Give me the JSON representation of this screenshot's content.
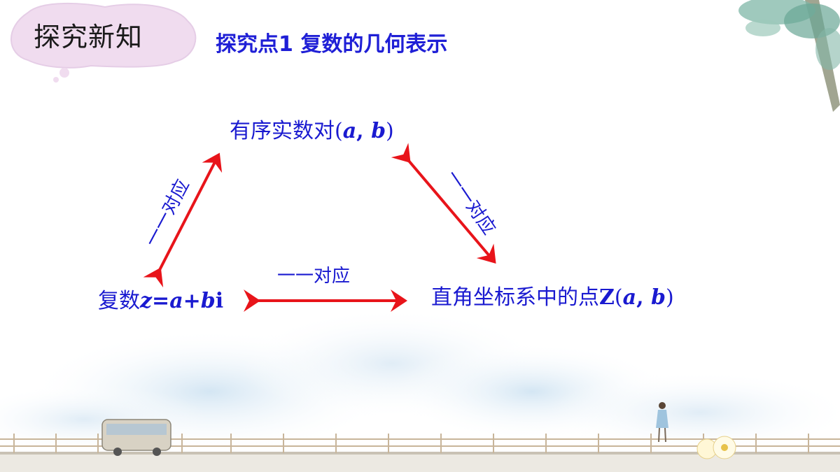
{
  "header": {
    "badge_label": "探究新知",
    "title": "探究点1  复数的几何表示"
  },
  "diagram": {
    "top_node": {
      "prefix": "有序实数对(",
      "a": "a",
      "sep": ", ",
      "b": "b",
      "suffix": ")"
    },
    "left_node": {
      "prefix": "复数",
      "z": "z",
      "eq": "=",
      "a": "a",
      "plus": "+",
      "b": "b",
      "i": "i"
    },
    "right_node": {
      "prefix": "直角坐标系中的点",
      "Z": "Z",
      "open": "(",
      "a": "a",
      "sep": ", ",
      "b": "b",
      "close": ")"
    },
    "relations": {
      "left": "一一对应",
      "right": "一一对应",
      "bottom": "一一对应"
    },
    "colors": {
      "arrow": "#e8141a",
      "text": "#1a1ad0",
      "title": "#1f1fd6"
    }
  }
}
